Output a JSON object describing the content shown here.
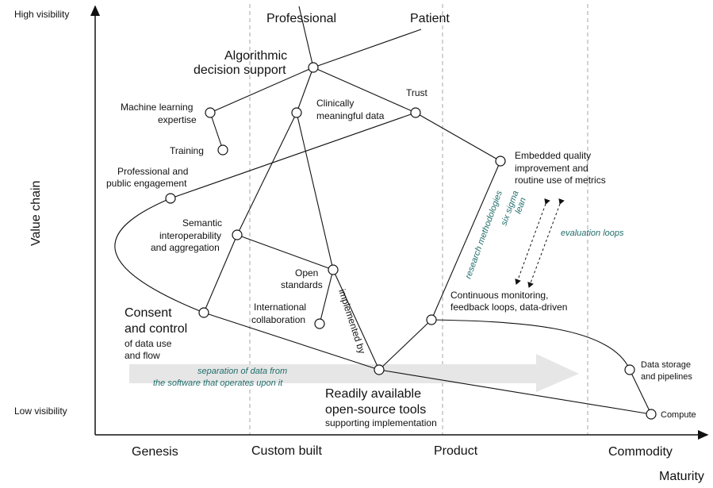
{
  "axes": {
    "y_top": "High visibility",
    "y_bottom": "Low visibility",
    "y_title": "Value chain",
    "x_title": "Maturity"
  },
  "stages": [
    "Genesis",
    "Custom built",
    "Product",
    "Commodity"
  ],
  "users": {
    "professional": "Professional",
    "patient": "Patient"
  },
  "components": {
    "algorithmic": [
      "Algorithmic",
      "decision support"
    ],
    "ml": [
      "Machine learning",
      "expertise"
    ],
    "training": "Training",
    "clinical": [
      "Clinically",
      "meaningful data"
    ],
    "trust": "Trust",
    "embedded": [
      "Embedded quality",
      "improvement and",
      "routine use of metrics"
    ],
    "engagement": [
      "Professional and",
      "public engagement"
    ],
    "semantic": [
      "Semantic",
      "interoperability",
      "and aggregation"
    ],
    "open_standards": [
      "Open",
      "standards"
    ],
    "international": [
      "International",
      "collaboration"
    ],
    "consent_title": [
      "Consent",
      "and control"
    ],
    "consent_sub": [
      "of data use",
      "and flow"
    ],
    "continuous": [
      "Continuous monitoring,",
      "feedback loops, data-driven"
    ],
    "storage": [
      "Data storage",
      "and pipelines"
    ],
    "compute": "Compute",
    "tools_title": [
      "Readily available",
      "open-source tools"
    ],
    "tools_sub": "supporting implementation"
  },
  "annotations": {
    "implemented_by": "implemented by",
    "research": [
      "research methodologies",
      "six sigma",
      "lean"
    ],
    "evaluation": "evaluation loops",
    "separation": [
      "separation of data from",
      "the software that operates upon it"
    ]
  }
}
